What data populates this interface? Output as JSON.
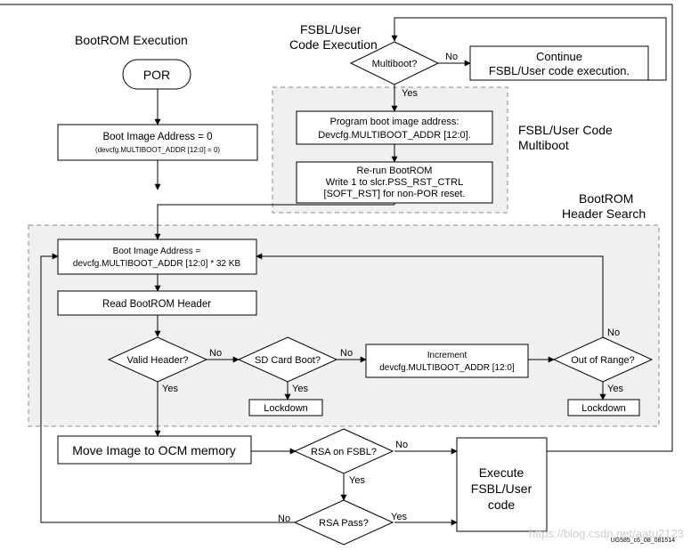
{
  "labels": {
    "bootrom_execution": "BootROM Execution",
    "fsbl_exec_l1": "FSBL/User",
    "fsbl_exec_l2": "Code Execution",
    "fsbl_multiboot_l1": "FSBL/User Code",
    "fsbl_multiboot_l2": "Multiboot",
    "header_search_l1": "BootROM",
    "header_search_l2": "Header Search"
  },
  "nodes": {
    "por": "POR",
    "boot_addr_zero_l1": "Boot Image Address = 0",
    "boot_addr_zero_l2": "(devcfg.MULTIBOOT_ADDR [12:0] = 0)",
    "multiboot_q": "Multiboot?",
    "continue_l1": "Continue",
    "continue_l2": "FSBL/User code execution.",
    "program_l1": "Program boot image address:",
    "program_l2": "Devcfg.MULTIBOOT_ADDR [12:0].",
    "rerun_l1": "Re-run BootROM",
    "rerun_l2": "Write 1 to slcr.PSS_RST_CTRL",
    "rerun_l3": "[SOFT_RST] for non-POR reset.",
    "boot_addr_kb_l1": "Boot Image Address =",
    "boot_addr_kb_l2": "devcfg.MULTIBOOT_ADDR [12:0] * 32 KB",
    "read_header": "Read BootROM Header",
    "valid_header_q": "Valid Header?",
    "sd_boot_q": "SD Card Boot?",
    "increment_l1": "Increment",
    "increment_l2": "devcfg.MULTIBOOT_ADDR [12:0]",
    "out_of_range_q": "Out of Range?",
    "lockdown_1": "Lockdown",
    "lockdown_2": "Lockdown",
    "move_image": "Move Image to OCM memory",
    "rsa_fsbl_q": "RSA on FSBL?",
    "rsa_pass_q": "RSA Pass?",
    "execute_l1": "Execute",
    "execute_l2": "FSBL/User",
    "execute_l3": "code"
  },
  "edge_labels": {
    "multiboot_no": "No",
    "multiboot_yes": "Yes",
    "valid_no": "No",
    "valid_yes": "Yes",
    "sd_no": "No",
    "sd_yes": "Yes",
    "range_no": "No",
    "range_yes": "Yes",
    "rsa_fsbl_no": "No",
    "rsa_fsbl_yes": "Yes",
    "rsa_pass_no": "No",
    "rsa_pass_yes": "Yes"
  },
  "footer": {
    "figure_id": "UG585_c6_08_081514",
    "watermark": "https://blog.csdn.net/aatu2123"
  }
}
